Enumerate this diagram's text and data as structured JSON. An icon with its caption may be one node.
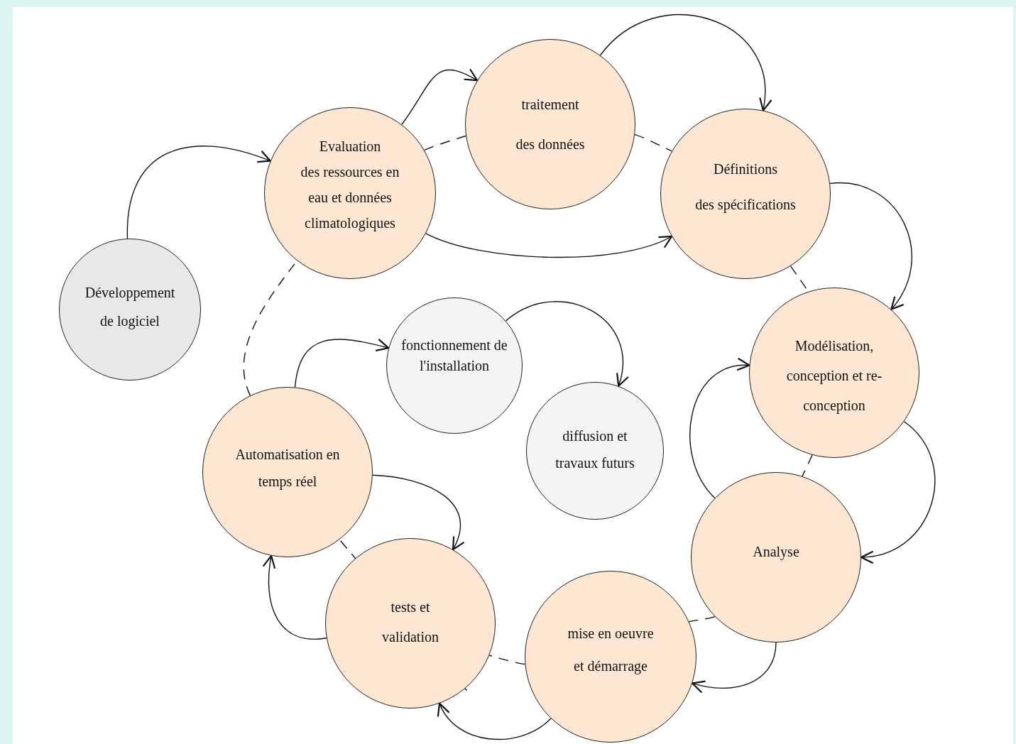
{
  "diagram": {
    "nodes": [
      {
        "text": [
          "Développement de logiciel"
        ]
      },
      {
        "text": [
          "Evaluation",
          "des ressources en eau et données climatologiques"
        ]
      },
      {
        "text": [
          "traitement",
          "des données"
        ]
      },
      {
        "text": [
          "Définitions",
          "des spécifications"
        ]
      },
      {
        "text": [
          "Modélisation, conception et re-conception"
        ]
      },
      {
        "text": [
          "Analyse"
        ]
      },
      {
        "text": [
          "mise en oeuvre",
          "et démarrage"
        ]
      },
      {
        "text": [
          "tests et validation"
        ]
      },
      {
        "text": [
          "Automatisation en temps réel"
        ]
      },
      {
        "text": [
          "fonctionnement de l'installation"
        ]
      },
      {
        "text": [
          "diffusion et travaux futurs"
        ]
      }
    ],
    "edges": [
      {
        "from": 0,
        "to": 1,
        "arrow": "to"
      },
      {
        "from": 1,
        "to": 2,
        "arrow": "to"
      },
      {
        "from": 2,
        "to": 3,
        "arrow": "to"
      },
      {
        "from": 1,
        "to": 3,
        "arrow": "to"
      },
      {
        "from": 3,
        "to": 4,
        "arrow": "to"
      },
      {
        "from": 4,
        "to": 5,
        "arrow": "to"
      },
      {
        "from": 5,
        "to": 4,
        "arrow": "to"
      },
      {
        "from": 5,
        "to": 6,
        "arrow": "to"
      },
      {
        "from": 6,
        "to": 7,
        "arrow": "to"
      },
      {
        "from": 7,
        "to": 8,
        "arrow": "to"
      },
      {
        "from": 8,
        "to": 7,
        "arrow": "to"
      },
      {
        "from": 8,
        "to": 9,
        "arrow": "to"
      },
      {
        "from": 9,
        "to": 10,
        "arrow": "to"
      },
      {
        "from": 1,
        "to": 2,
        "arrow": "none",
        "style": "dashed"
      },
      {
        "from": 2,
        "to": 3,
        "arrow": "none",
        "style": "dashed"
      },
      {
        "from": 3,
        "to": 4,
        "arrow": "none",
        "style": "dashed"
      },
      {
        "from": 4,
        "to": 5,
        "arrow": "none",
        "style": "dashed"
      },
      {
        "from": 5,
        "to": 6,
        "arrow": "none",
        "style": "dashed"
      },
      {
        "from": 6,
        "to": 7,
        "arrow": "none",
        "style": "dashed"
      },
      {
        "from": 7,
        "to": 8,
        "arrow": "none",
        "style": "dashed"
      },
      {
        "from": 8,
        "to": 1,
        "arrow": "none",
        "style": "dashed"
      }
    ]
  }
}
